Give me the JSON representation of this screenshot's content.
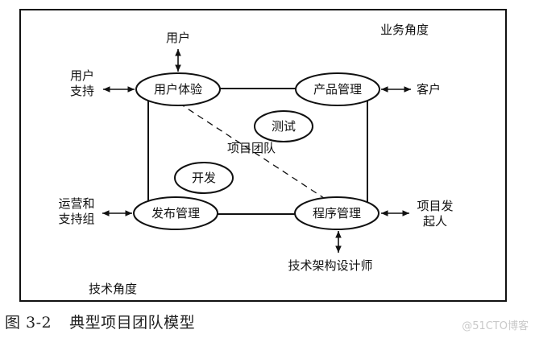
{
  "diagram": {
    "perspective_business": "业务角度",
    "perspective_technical": "技术角度",
    "center_label": "项目团队",
    "roles": {
      "user_experience": "用户体验",
      "product_management": "产品管理",
      "release_management": "发布管理",
      "program_management": "程序管理",
      "testing": "测试",
      "development": "开发"
    },
    "stakeholders": {
      "user": "用户",
      "user_support_line1": "用户",
      "user_support_line2": "支持",
      "customer": "客户",
      "ops_support_line1": "运营和",
      "ops_support_line2": "支持组",
      "sponsor_line1": "项目发",
      "sponsor_line2": "起人",
      "architect": "技术架构设计师"
    }
  },
  "caption": {
    "figure_number": "图 3-2",
    "title": "典型项目团队模型"
  },
  "watermark": "@51CTO博客"
}
